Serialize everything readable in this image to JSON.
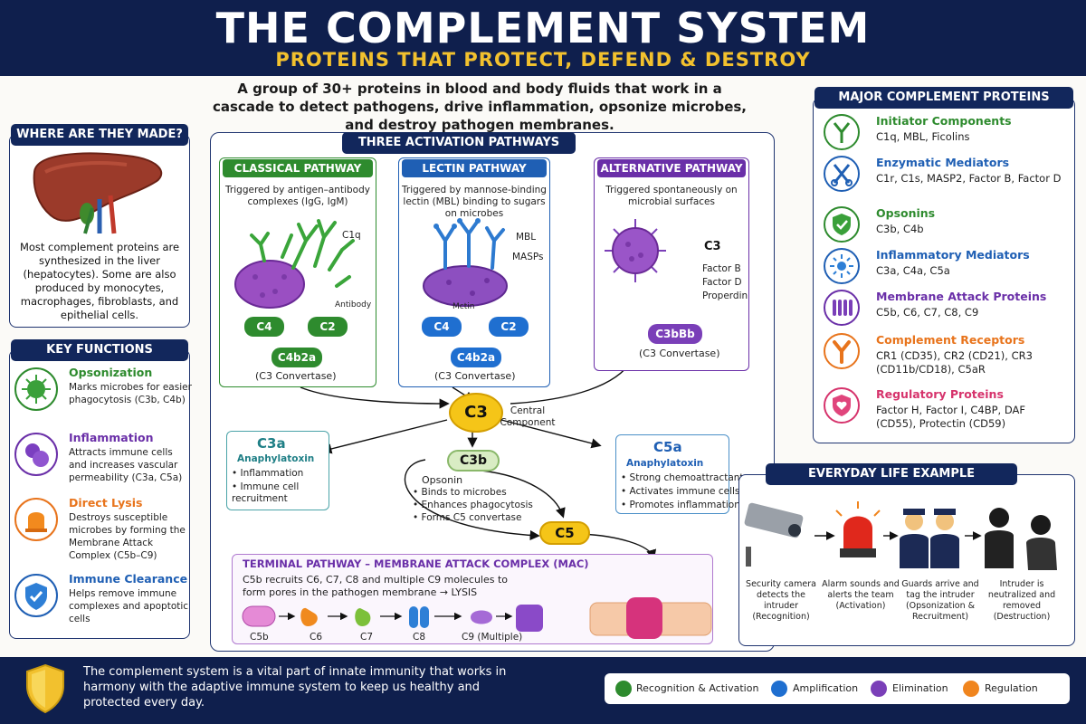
{
  "header": {
    "title": "THE COMPLEMENT SYSTEM",
    "subtitle": "PROTEINS THAT PROTECT, DEFEND & DESTROY"
  },
  "intro": "A group of 30+ proteins in blood and body fluids that work in a cascade to detect pathogens, drive inflammation, opsonize microbes, and destroy pathogen membranes.",
  "where": {
    "title": "WHERE ARE THEY MADE?",
    "text": "Most complement proteins are synthesized in the liver (hepatocytes). Some are also produced by monocytes, macrophages, fibroblasts, and epithelial cells."
  },
  "key_functions": {
    "title": "KEY FUNCTIONS",
    "items": [
      {
        "head": "Opsonization",
        "desc": "Marks microbes for easier phagocytosis (C3b, C4b)",
        "color": "#2e8b2e"
      },
      {
        "head": "Inflammation",
        "desc": "Attracts immune cells and increases vascular permeability (C3a, C5a)",
        "color": "#6a2fa8"
      },
      {
        "head": "Direct Lysis",
        "desc": "Destroys susceptible microbes by forming the Membrane Attack Complex (C5b–C9)",
        "color": "#e8741c"
      },
      {
        "head": "Immune Clearance",
        "desc": "Helps remove immune complexes and apoptotic cells",
        "color": "#1f5fb4"
      }
    ]
  },
  "pathways": {
    "title": "THREE ACTIVATION PATHWAYS",
    "classical": {
      "title": "CLASSICAL PATHWAY",
      "desc": "Triggered by antigen–antibody complexes (IgG, IgM)",
      "c1q": "C1q",
      "antibody": "Antibody",
      "c4": "C4",
      "c2": "C2",
      "convertase": "C4b2a",
      "convertase_label": "(C3 Convertase)",
      "color": "#2e8b2e"
    },
    "lectin": {
      "title": "LECTIN PATHWAY",
      "desc": "Triggered by mannose-binding lectin (MBL) binding to sugars on microbes",
      "mbl": "MBL",
      "masps": "MASPs",
      "microbe": "Mctin",
      "c4": "C4",
      "c2": "C2",
      "convertase": "C4b2a",
      "convertase_label": "(C3 Convertase)",
      "color": "#1f5fb4"
    },
    "alternative": {
      "title": "ALTERNATIVE PATHWAY",
      "desc": "Triggered spontaneously on microbial surfaces",
      "c3": "C3",
      "factors": [
        "Factor B",
        "Factor D",
        "Properdin"
      ],
      "convertase": "C3bBb",
      "convertase_label": "(C3 Convertase)",
      "color": "#6a2fa8"
    },
    "central": {
      "c3": "C3",
      "label": "Central Component",
      "c3b": "C3b",
      "c3b_head": "Opsonin",
      "c3b_items": [
        "Binds to microbes",
        "Enhances phagocytosis",
        "Forms C5 convertase"
      ],
      "c5": "C5"
    },
    "c3a": {
      "title": "C3a",
      "sub": "Anaphylatoxin",
      "items": [
        "Inflammation",
        "Immune cell recruitment"
      ]
    },
    "c5a": {
      "title": "C5a",
      "sub": "Anaphylatoxin",
      "items": [
        "Strong chemoattractant",
        "Activates immune cells",
        "Promotes inflammation"
      ]
    },
    "terminal": {
      "title": "TERMINAL PATHWAY – MEMBRANE ATTACK COMPLEX (MAC)",
      "desc": "C5b recruits C6, C7, C8 and multiple C9 molecules to form pores in the pathogen membrane → LYSIS",
      "steps": [
        "C5b",
        "C6",
        "C7",
        "C8",
        "C9 (Multiple)"
      ]
    }
  },
  "major": {
    "title": "MAJOR COMPLEMENT PROTEINS",
    "items": [
      {
        "head": "Initiator Components",
        "desc": "C1q, MBL, Ficolins",
        "color": "#2e8b2e"
      },
      {
        "head": "Enzymatic Mediators",
        "desc": "C1r, C1s, MASP2, Factor B, Factor D",
        "color": "#1f5fb4"
      },
      {
        "head": "Opsonins",
        "desc": "C3b, C4b",
        "color": "#2e8b2e"
      },
      {
        "head": "Inflammatory Mediators",
        "desc": "C3a, C4a, C5a",
        "color": "#1f5fb4"
      },
      {
        "head": "Membrane Attack Proteins",
        "desc": "C5b, C6, C7, C8, C9",
        "color": "#6a2fa8"
      },
      {
        "head": "Complement Receptors",
        "desc": "CR1 (CD35), CR2 (CD21), CR3 (CD11b/CD18), C5aR",
        "color": "#e8741c"
      },
      {
        "head": "Regulatory Proteins",
        "desc": "Factor H, Factor I, C4BP, DAF (CD55), Protectin (CD59)",
        "color": "#d6336c"
      }
    ]
  },
  "everyday": {
    "title": "EVERYDAY LIFE EXAMPLE",
    "captions": [
      "Security camera detects the intruder (Recognition)",
      "Alarm sounds and alerts the team (Activation)",
      "Guards arrive and tag the intruder (Opsonization & Recruitment)",
      "Intruder is neutralized and removed (Destruction)"
    ]
  },
  "footer": {
    "text": "The complement system is a vital part of innate immunity that works in harmony with the adaptive immune system to keep us healthy and protected every day.",
    "legend": [
      {
        "label": "Recognition & Activation",
        "color": "#2e8b2e"
      },
      {
        "label": "Amplification",
        "color": "#1f6fd0"
      },
      {
        "label": "Elimination",
        "color": "#7a3fb8"
      },
      {
        "label": "Regulation",
        "color": "#f0851e"
      }
    ]
  }
}
